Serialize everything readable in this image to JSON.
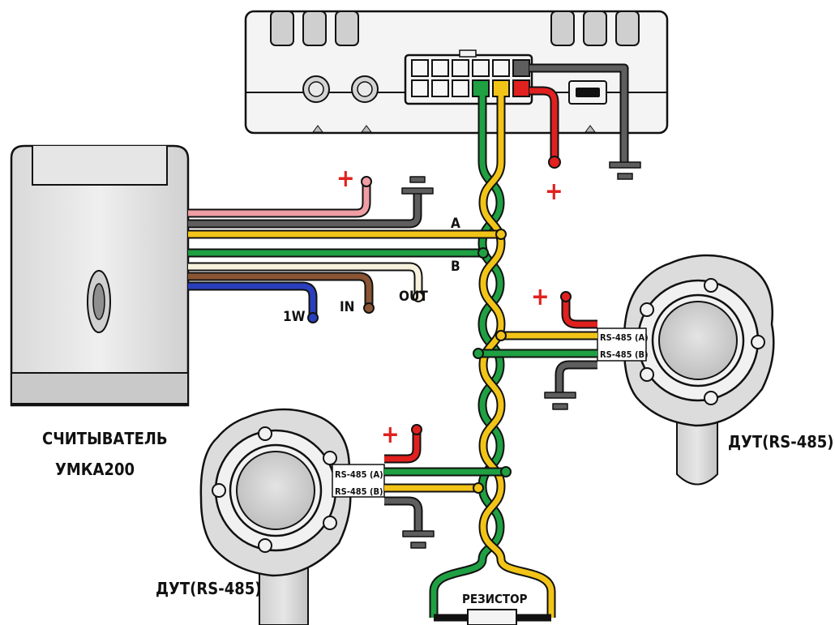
{
  "wire_labels": {
    "a": "A",
    "b": "B",
    "one_wire": "1W",
    "in": "IN",
    "out": "OUT"
  },
  "power_symbols": {
    "plus": "+"
  },
  "reader": {
    "title_line1": "СЧИТЫВАТЕЛЬ",
    "title_line2": "УМКА200"
  },
  "sensor_right": {
    "title": "ДУТ(RS-485)",
    "port_a": "RS-485 (A)",
    "port_b": "RS-485 (B)"
  },
  "sensor_left": {
    "title": "ДУТ(RS-485)",
    "port_a": "RS-485 (A)",
    "port_b": "RS-485 (B)"
  },
  "resistor": {
    "label": "РЕЗИСТОР"
  },
  "colors": {
    "green": "#1fa043",
    "yellow": "#f2c418",
    "red": "#e0211f",
    "gray": "#5e5e5e",
    "pink": "#ef9ea4",
    "brown": "#8a5534",
    "blue": "#2a3fbd",
    "cream": "#f6f1dc"
  }
}
